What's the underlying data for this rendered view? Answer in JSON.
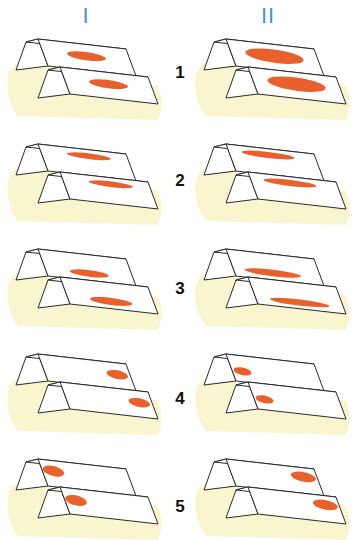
{
  "diagram": {
    "labels": [
      "I",
      "II",
      "1",
      "2",
      "3",
      "4",
      "5"
    ]
  }
}
